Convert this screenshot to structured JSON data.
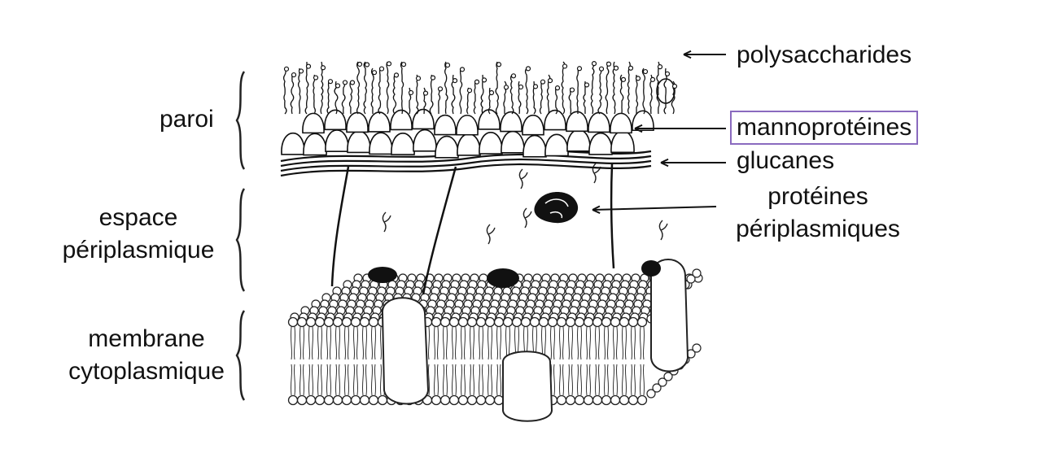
{
  "labels": {
    "polysaccharides": "polysaccharides",
    "mannoproteines": "mannoprotéines",
    "glucanes": "glucanes",
    "proteines_line1": "protéines",
    "proteines_line2": "périplasmiques",
    "paroi": "paroi",
    "espace_line1": "espace",
    "espace_line2": "périplasmique",
    "membrane_line1": "membrane",
    "membrane_line2": "cytoplasmique"
  },
  "colors": {
    "highlight_box": "#8a6abf",
    "ink": "#111111"
  }
}
